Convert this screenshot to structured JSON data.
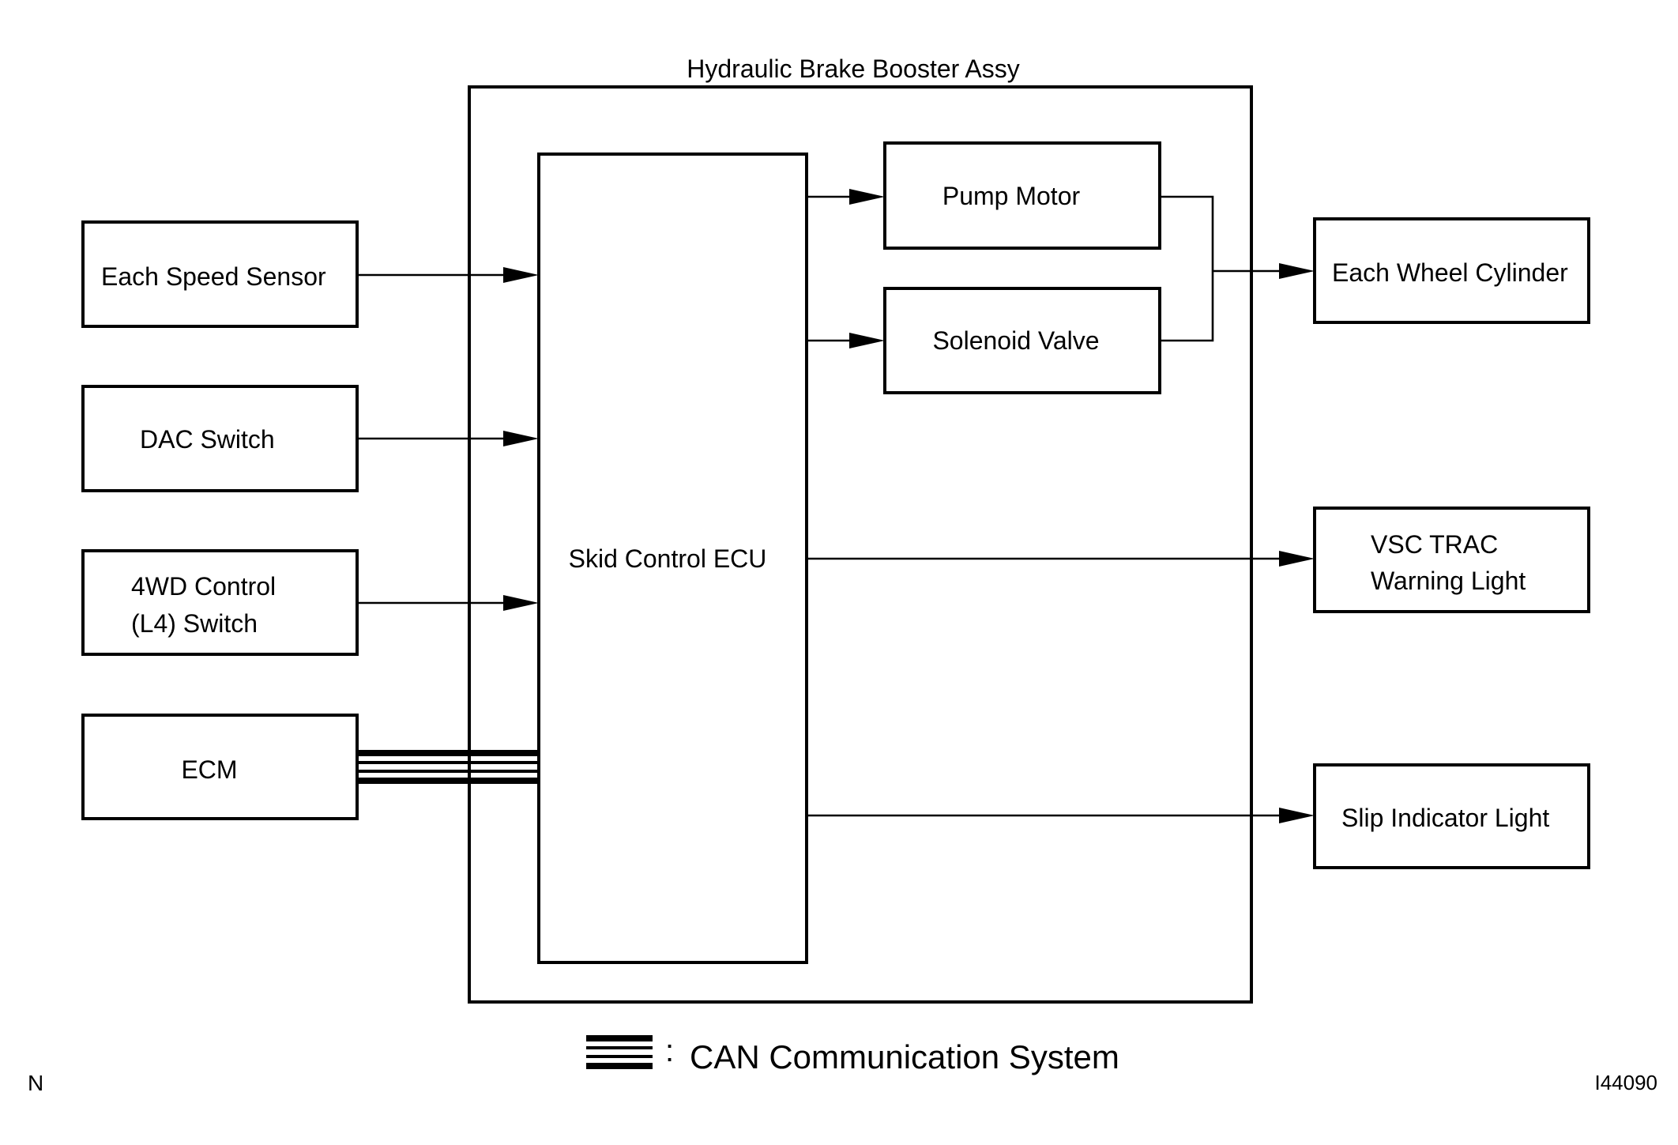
{
  "title": "Hydraulic Brake Booster Assy",
  "inputs": {
    "speed_sensor": "Each Speed Sensor",
    "dac_switch": "DAC Switch",
    "control_4wd_line1": "4WD Control",
    "control_4wd_line2": "(L4) Switch",
    "ecm": "ECM"
  },
  "ecu": "Skid Control ECU",
  "actuators": {
    "pump_motor": "Pump Motor",
    "solenoid_valve": "Solenoid Valve"
  },
  "outputs": {
    "wheel_cylinder": "Each Wheel Cylinder",
    "vsc_line1": "VSC TRAC",
    "vsc_line2": "Warning Light",
    "slip_indicator": "Slip Indicator Light"
  },
  "legend": {
    "separator": ":",
    "label": "CAN Communication System"
  },
  "corner_left": "N",
  "corner_right": "I44090"
}
